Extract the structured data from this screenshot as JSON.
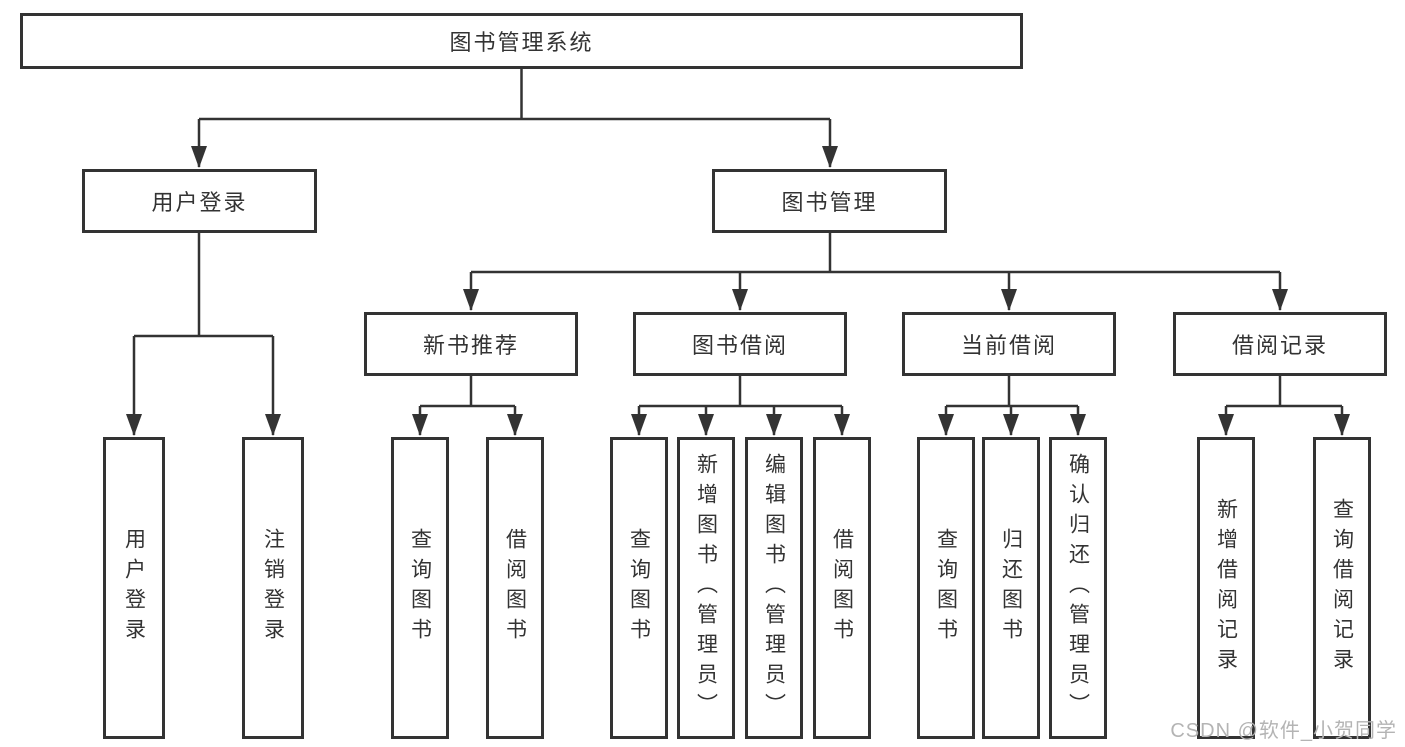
{
  "diagram": {
    "type": "hierarchy-tree",
    "root": {
      "label": "图书管理系统",
      "children": [
        {
          "label": "用户登录",
          "children": [
            {
              "label": "用户登录"
            },
            {
              "label": "注销登录"
            }
          ]
        },
        {
          "label": "图书管理",
          "children": [
            {
              "label": "新书推荐",
              "children": [
                {
                  "label": "查询图书"
                },
                {
                  "label": "借阅图书"
                }
              ]
            },
            {
              "label": "图书借阅",
              "children": [
                {
                  "label": "查询图书"
                },
                {
                  "label": "新增图书（管理员）"
                },
                {
                  "label": "编辑图书（管理员）"
                },
                {
                  "label": "借阅图书"
                }
              ]
            },
            {
              "label": "当前借阅",
              "children": [
                {
                  "label": "查询图书"
                },
                {
                  "label": "归还图书"
                },
                {
                  "label": "确认归还（管理员）"
                }
              ]
            },
            {
              "label": "借阅记录",
              "children": [
                {
                  "label": "新增借阅记录"
                },
                {
                  "label": "查询借阅记录"
                }
              ]
            }
          ]
        }
      ]
    },
    "colors": {
      "line": "#333333",
      "box_border": "#333333",
      "text": "#333333",
      "background": "#ffffff"
    }
  },
  "watermark": {
    "text": "CSDN @软件_小贺同学",
    "color": "#b4b4b4"
  }
}
